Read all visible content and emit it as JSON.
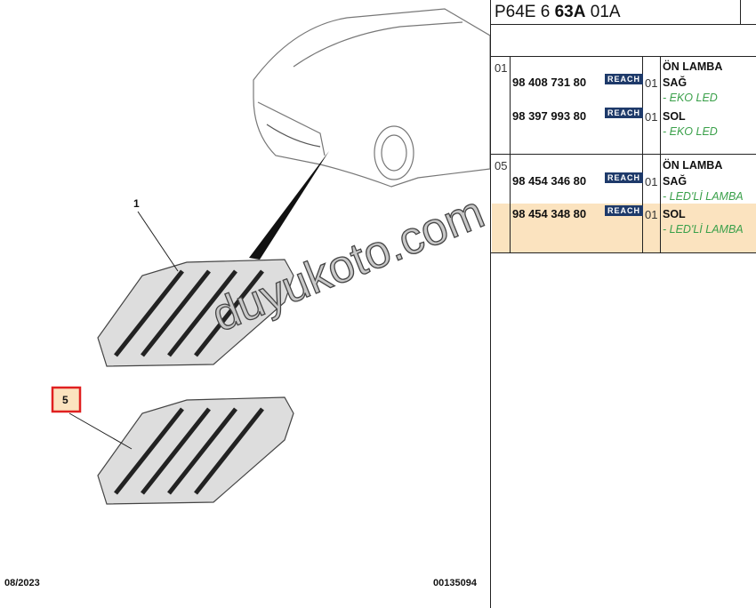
{
  "header": {
    "code_prefix": "P64E 6 ",
    "code_bold": "63A",
    "code_suffix": " 01A"
  },
  "groups": [
    {
      "ref": "01",
      "title": "ÖN LAMBA",
      "items": [
        {
          "part_number": "98 408 731 80",
          "badge": "REACH",
          "qty": "01",
          "side": "SAĞ",
          "note": "- EKO LED"
        },
        {
          "part_number": "98 397 993 80",
          "badge": "REACH",
          "qty": "01",
          "side": "SOL",
          "note": "- EKO LED"
        }
      ]
    },
    {
      "ref": "05",
      "title": "ÖN LAMBA",
      "items": [
        {
          "part_number": "98 454 346 80",
          "badge": "REACH",
          "qty": "01",
          "side": "SAĞ",
          "note": "- LED'Lİ LAMBA"
        },
        {
          "part_number": "98 454 348 80",
          "badge": "REACH",
          "qty": "01",
          "side": "SOL",
          "note": "- LED'Lİ LAMBA",
          "highlighted": true
        }
      ]
    }
  ],
  "diagram": {
    "callout_1": "1",
    "callout_5": "5"
  },
  "footer": {
    "date": "08/2023",
    "number": "00135094"
  },
  "watermark": "duyukoto.com",
  "colors": {
    "highlight": "#fbe3bf",
    "reach_badge": "#1e3a6a",
    "note_green": "#3aa04a",
    "callout_box": "#e02020"
  }
}
